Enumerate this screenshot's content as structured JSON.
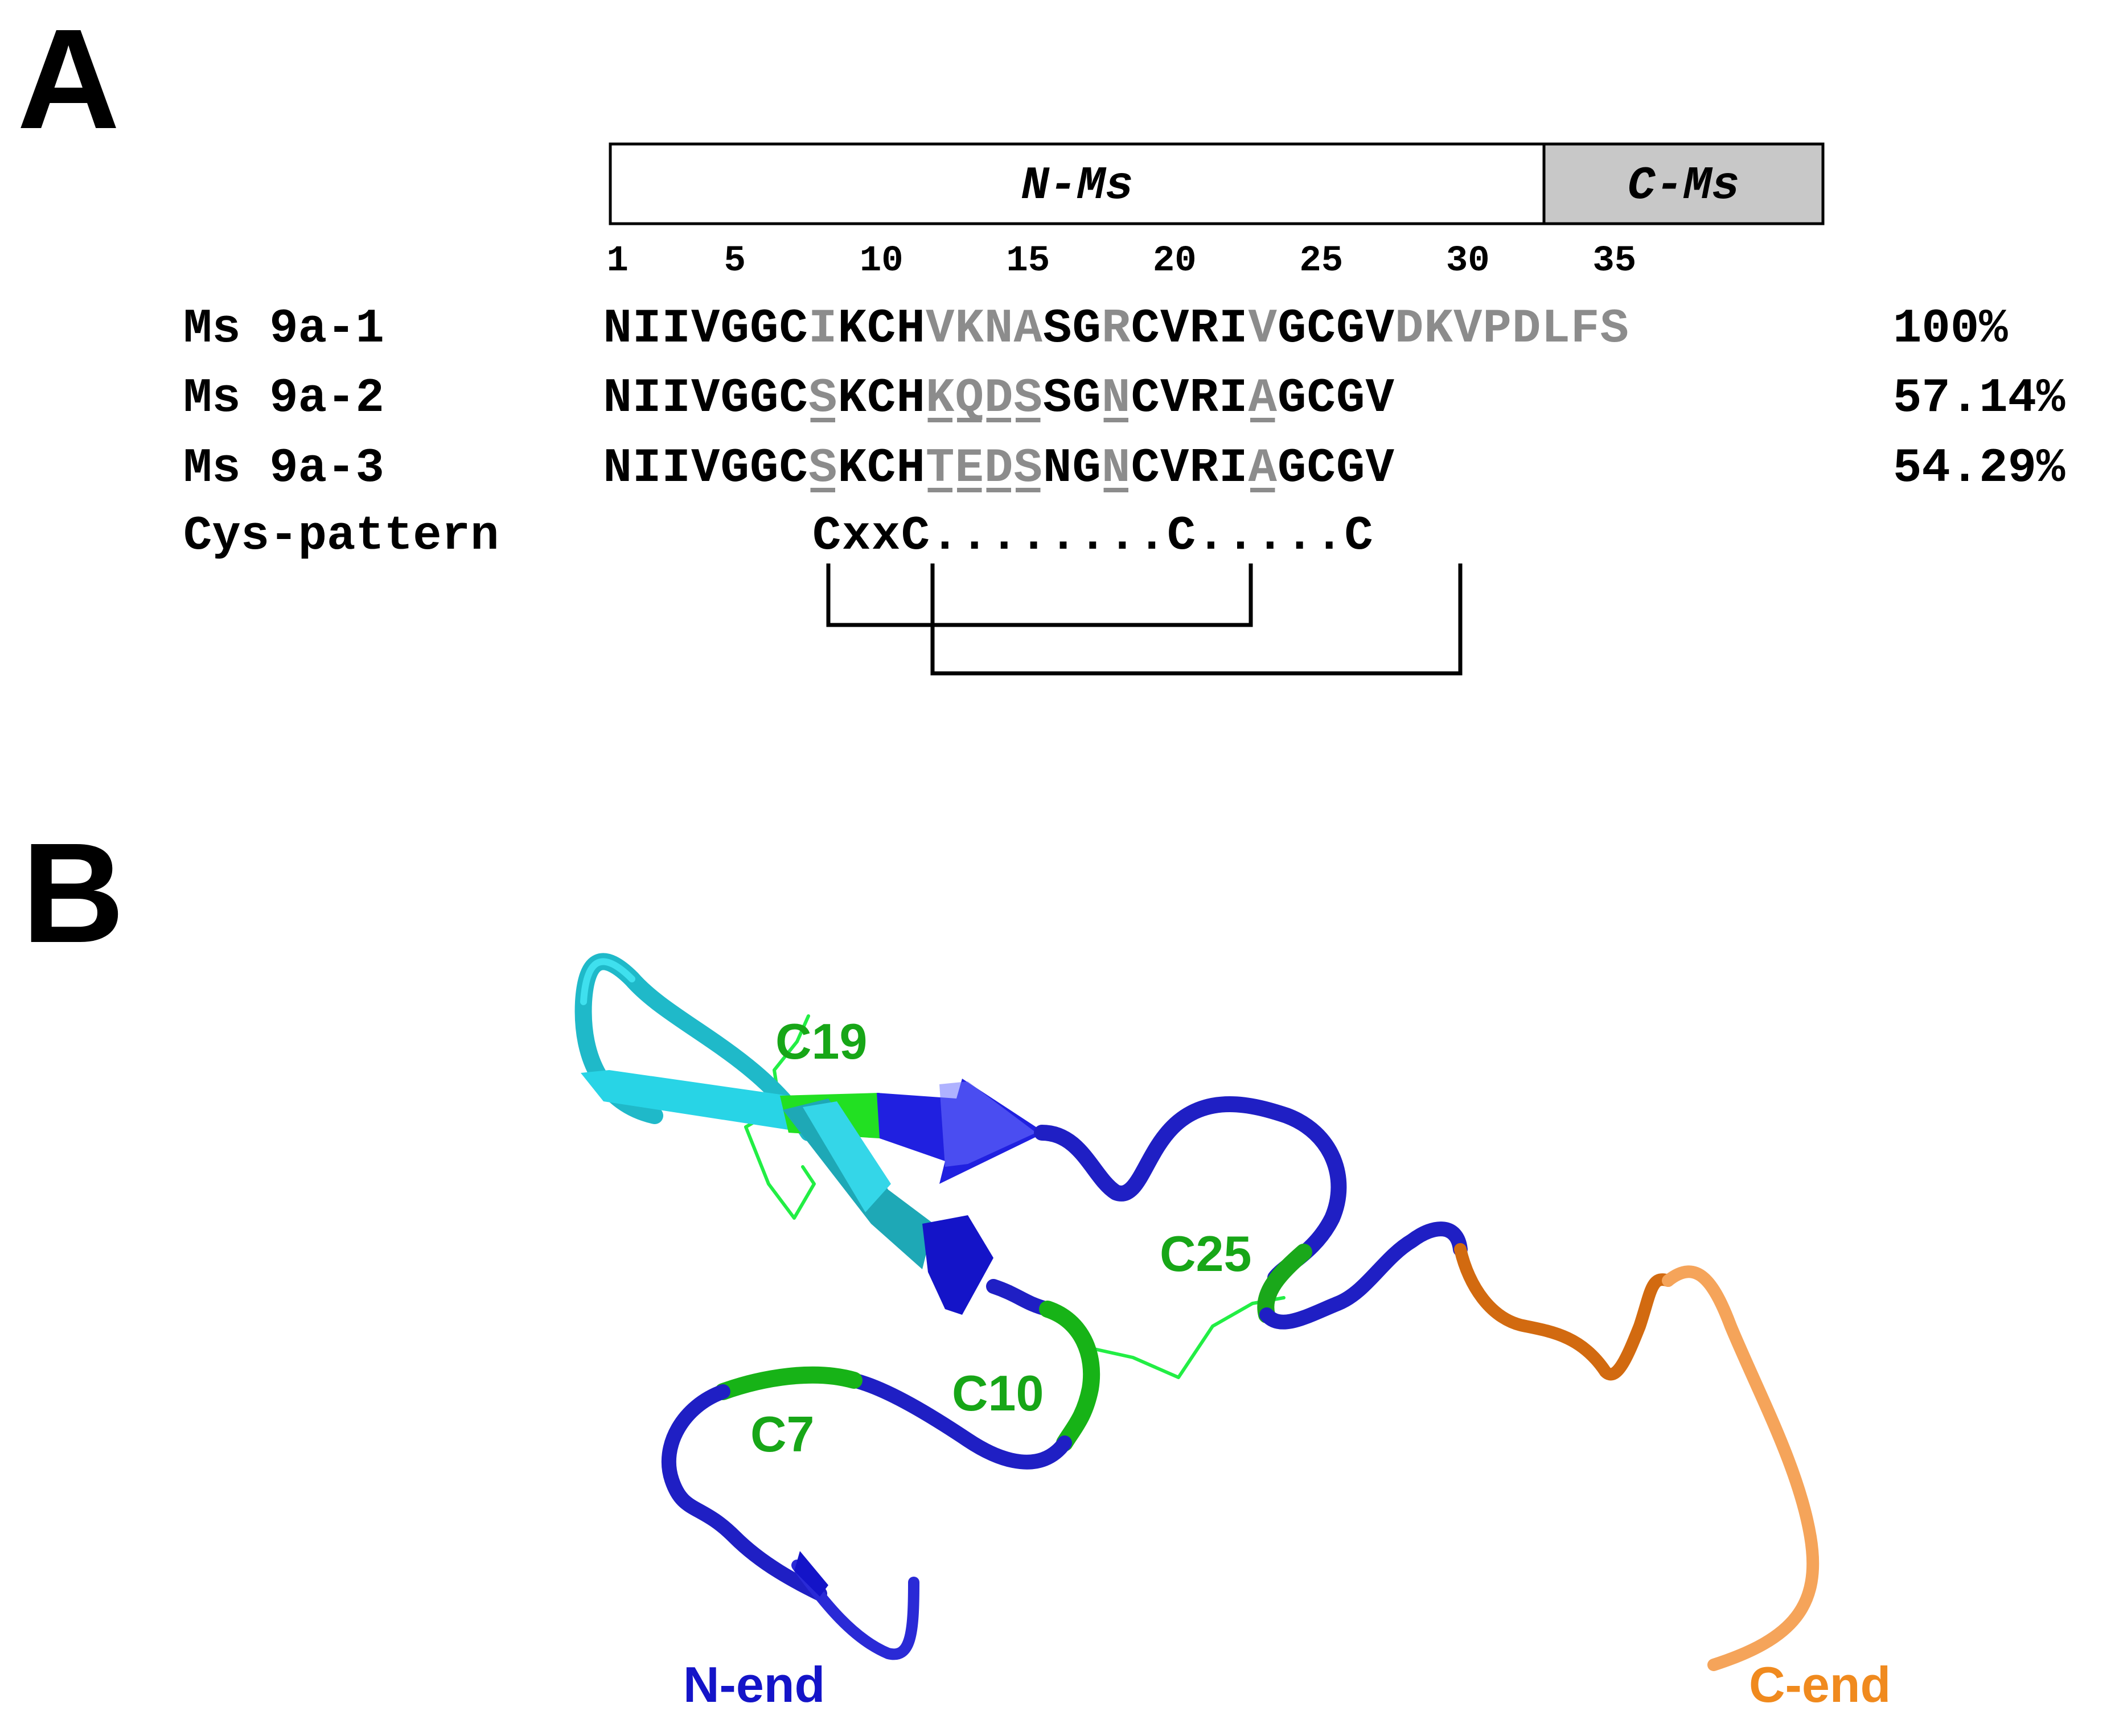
{
  "panels": {
    "a": "A",
    "b": "B"
  },
  "domains": {
    "n": "N-Ms",
    "c": "C-Ms"
  },
  "positions": [
    "1",
    "5",
    "10",
    "15",
    "20",
    "25",
    "30",
    "35"
  ],
  "sequences": [
    {
      "name": "Ms 9a-1",
      "seq": "NIIVGGCIKCHVKNASGRCVRIVGCGVDKVPDLFS",
      "pct": "100%"
    },
    {
      "name": "Ms 9a-2",
      "seq": "NIIVGGCSKCHKQDSSGNCVRIAGCGV",
      "pct": "57.14%"
    },
    {
      "name": "Ms 9a-3",
      "seq": "NIIVGGCSKCHTEDSNGNCVRIAGCGV",
      "pct": "54.29%"
    }
  ],
  "cys_pattern": {
    "label": "Cys-pattern",
    "text": "CxxC........C.....C"
  },
  "structure_labels": {
    "c19": "C19",
    "c25": "C25",
    "c10": "C10",
    "c7": "C7",
    "n_end": "N-end",
    "c_end": "C-end"
  },
  "colors": {
    "conserved": "#000000",
    "variable": "#8c8c8c",
    "cys_green": "#17b317",
    "n_blue": "#1a14c8",
    "c_orange": "#f08a1e",
    "cyan": "#22c6d8"
  }
}
